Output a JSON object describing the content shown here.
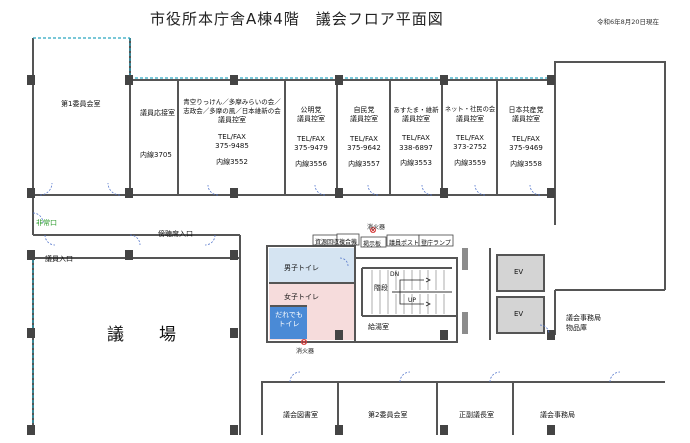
{
  "title": "市役所本庁舎A棟4階　議会フロア平面図",
  "date": "令和6年8月20日現在",
  "rooms": {
    "committee1": "第1委員会室",
    "reception": "議員応接室",
    "kaikou": {
      "name": "青空りっけん／多摩みらいの会／志政会／多摩の風／日本維新の会",
      "sub": "議員控室",
      "tel": "TEL/FAX",
      "num": "375-9485",
      "ext": "内線3552"
    },
    "reception_ext": "内線3705",
    "komei": {
      "name": "公明党",
      "sub": "議員控室",
      "tel": "TEL/FAX",
      "num": "375-9479",
      "ext": "内線3556"
    },
    "jimin": {
      "name": "自民党",
      "sub": "議員控室",
      "tel": "TEL/FAX",
      "num": "375-9642",
      "ext": "内線3557"
    },
    "ashita": {
      "name": "あすたま・維新",
      "sub": "議員控室",
      "tel": "TEL/FAX",
      "num": "338-6897",
      "ext": "内線3553"
    },
    "net": {
      "name": "ネット・社民の会",
      "sub": "議員控室",
      "tel": "TEL/FAX",
      "num": "373-2752",
      "ext": "内線3559"
    },
    "kyosan": {
      "name": "日本共産党",
      "sub": "議員控室",
      "tel": "TEL/FAX",
      "num": "375-9469",
      "ext": "内線3558"
    },
    "hall": "議　場",
    "library": "議会図書室",
    "committee2": "第2委員会室",
    "vicechair": "正副議長室",
    "office": "議会事務局",
    "storage": "議会事務局\n物品庫"
  },
  "labels": {
    "emergency_exit": "非常口",
    "gallery_entrance": "傍聴席入口",
    "member_entrance": "議員入口",
    "male_wc": "男子トイレ",
    "female_wc": "女子トイレ",
    "universal_wc": "だれでも\nトイレ",
    "extinguisher": "消火器",
    "kitchen": "給湯室",
    "stairs": "階段",
    "dn": "DN",
    "up": "UP",
    "ev": "EV",
    "stationery": "資源回収",
    "copier": "複合機",
    "bulletin": "掲示板",
    "member_post": "議員ポスト",
    "attendance_lamp": "登庁ランプ"
  }
}
